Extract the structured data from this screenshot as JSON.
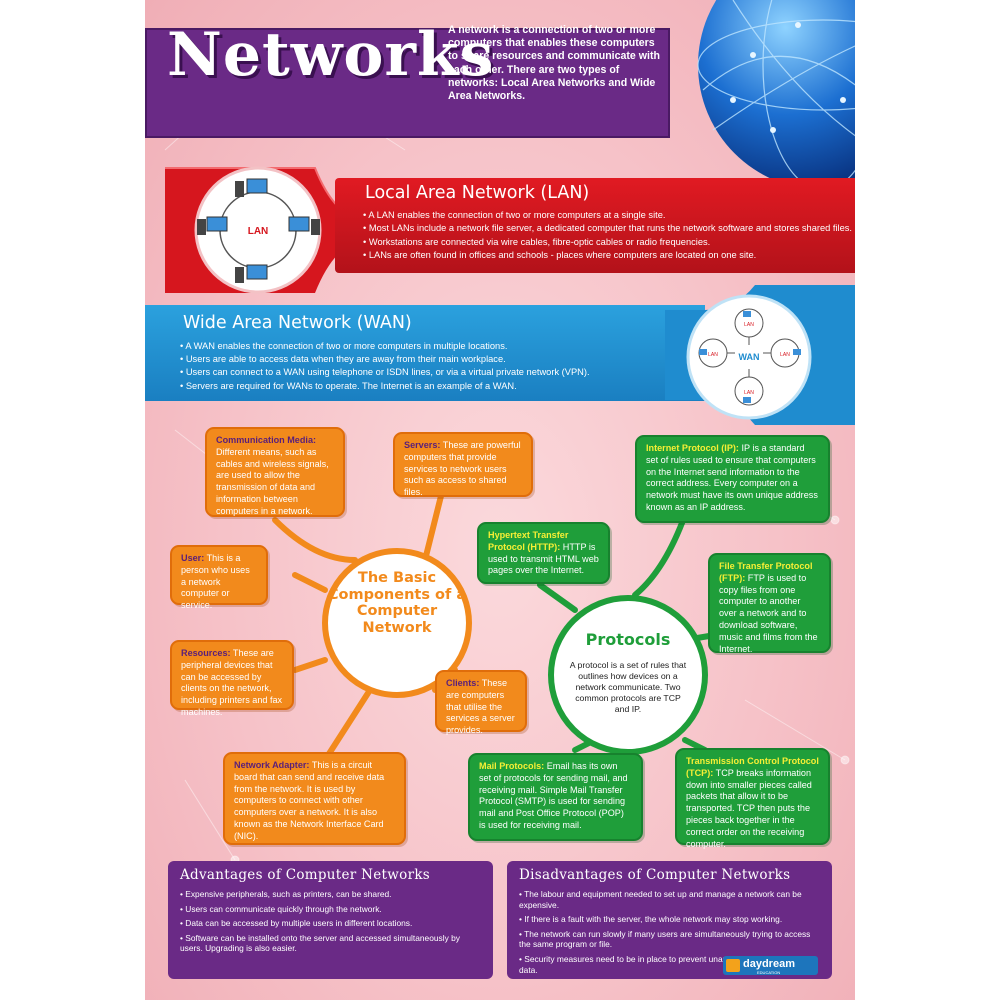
{
  "title": "Networks",
  "intro": "A network is a connection of two or more computers that enables these computers to share resources and communicate with each other. There are two types of networks: Local Area Networks and Wide Area Networks.",
  "lan": {
    "heading": "Local Area Network (LAN)",
    "diagram_label": "LAN",
    "points": [
      "A LAN enables the connection of two or more computers at a single site.",
      "Most LANs include a network file server, a dedicated computer that runs the network software and stores shared files.",
      "Workstations are connected via wire cables, fibre-optic cables or radio frequencies.",
      "LANs are often found in offices and schools - places where computers are located on one site."
    ]
  },
  "wan": {
    "heading": "Wide Area Network (WAN)",
    "diagram_label": "WAN",
    "node_label": "LAN",
    "points": [
      "A WAN enables the connection of two or more computers in multiple locations.",
      "Users are able to access data when they are away from their main workplace.",
      "Users can connect to a WAN using telephone or ISDN lines, or via a virtual private network (VPN).",
      "Servers are required for WANs to operate. The Internet is an example of a WAN."
    ]
  },
  "components": {
    "title": "The Basic Components of a Computer Network",
    "items": [
      {
        "term": "Communication Media:",
        "text": "Different means, such as cables and wireless signals, are used to allow the transmission of data and information between computers in a network."
      },
      {
        "term": "Servers:",
        "text": "These are powerful computers that provide services to network users such as access to shared files."
      },
      {
        "term": "User:",
        "text": "This is a person who uses a network computer or service."
      },
      {
        "term": "Resources:",
        "text": "These are peripheral devices that can be accessed by clients on the network, including printers and fax machines."
      },
      {
        "term": "Clients:",
        "text": "These are computers that utilise the services a server provides."
      },
      {
        "term": "Network Adapter:",
        "text": "This is a circuit board that can send and receive data from the network. It is used by computers to connect with other computers over a network. It is also known as the Network Interface Card (NIC)."
      }
    ]
  },
  "protocols": {
    "title": "Protocols",
    "description": "A protocol is a set of rules that outlines how devices on a network communicate. Two common protocols are TCP and IP.",
    "items": [
      {
        "term": "Internet Protocol (IP):",
        "text": "IP is a standard set of rules used to ensure that computers on the Internet send information to the correct address. Every computer on a network must have its own unique address known as an IP address."
      },
      {
        "term": "Hypertext Transfer Protocol (HTTP):",
        "text": "HTTP is used to transmit HTML web pages over the Internet."
      },
      {
        "term": "File Transfer Protocol (FTP):",
        "text": "FTP is used to copy files from one computer to another over a network and to download software, music and films from the Internet."
      },
      {
        "term": "Mail Protocols:",
        "text": "Email has its own set of protocols for sending mail, and receiving mail. Simple Mail Transfer Protocol (SMTP) is used for sending mail and Post Office Protocol (POP) is used for receiving mail."
      },
      {
        "term": "Transmission Control Protocol (TCP):",
        "text": "TCP breaks information down into smaller pieces called packets that allow it to be transported. TCP then puts the pieces back together in the correct order on the receiving computer."
      }
    ]
  },
  "advantages": {
    "heading": "Advantages of Computer Networks",
    "points": [
      "Expensive peripherals, such as printers, can be shared.",
      "Users can communicate quickly through the network.",
      "Data can be accessed by multiple users in different locations.",
      "Software can be installed onto the server and accessed simultaneously by users. Upgrading is also easier."
    ]
  },
  "disadvantages": {
    "heading": "Disadvantages of Computer Networks",
    "points": [
      "The labour and equipment needed to set up and manage a network can be expensive.",
      "If there is a fault with the server, the whole network may stop working.",
      "The network can run slowly if many users are simultaneously trying to access the same program or file.",
      "Security measures need to be in place to prevent unauthorised accessing of data."
    ]
  },
  "logo": {
    "name": "daydream",
    "tagline": "EDUCATION"
  },
  "colors": {
    "purple": "#6a2a86",
    "red": "#e11a22",
    "blue": "#2ba1de",
    "orange": "#f28a1c",
    "green": "#1f9e3a",
    "yellow_term": "#f7ef35"
  }
}
